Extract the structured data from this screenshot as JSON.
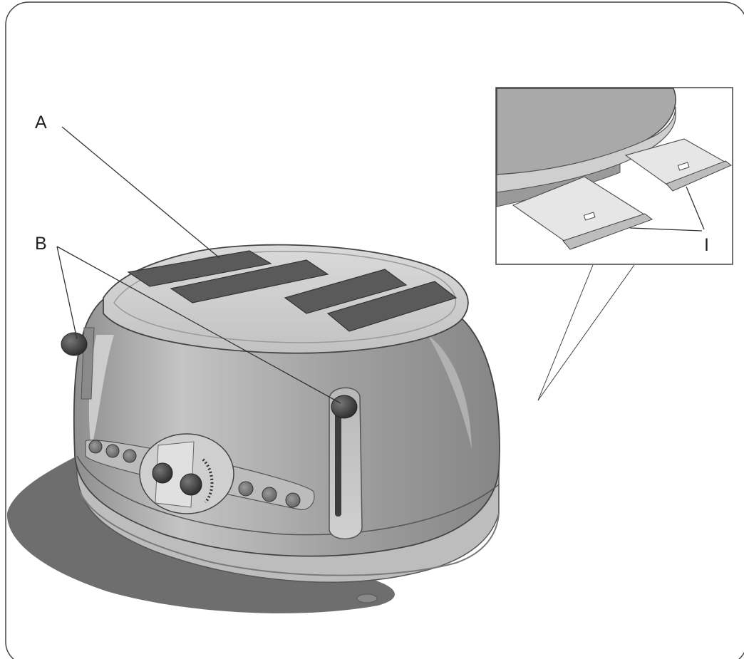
{
  "labels": {
    "a": "A",
    "b": "B",
    "i": "I"
  },
  "colors": {
    "frame": "#444444",
    "shadow": "#6e6e6e",
    "body": "#a6a6a6",
    "top": "#cfcfcf",
    "slot": "#5a5a5a",
    "leader": "#333333"
  }
}
